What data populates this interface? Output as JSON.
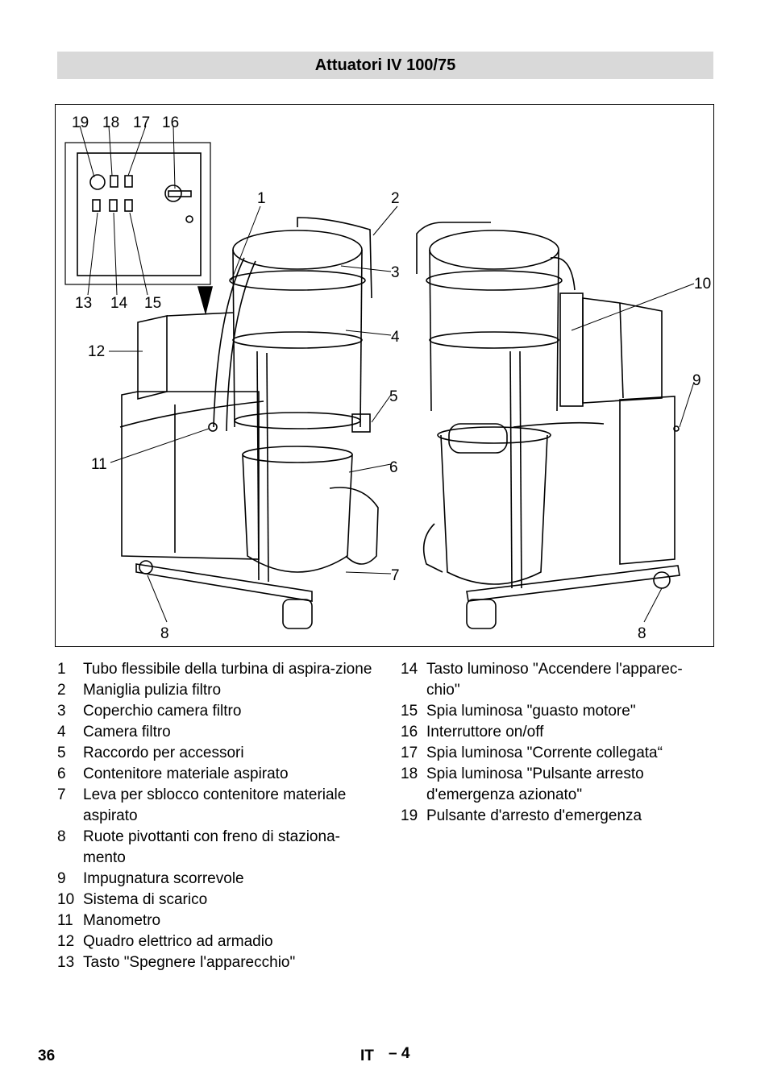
{
  "header": {
    "title": "Attuatori IV  100/75"
  },
  "figure": {
    "callouts": [
      "19",
      "18",
      "17",
      "16",
      "1",
      "2",
      "3",
      "10",
      "13",
      "14",
      "15",
      "4",
      "12",
      "9",
      "5",
      "11",
      "6",
      "7",
      "8",
      "8"
    ]
  },
  "legend": {
    "left": [
      {
        "num": "1",
        "text": "Tubo flessibile della turbina di aspira-zione"
      },
      {
        "num": "2",
        "text": "Maniglia pulizia filtro"
      },
      {
        "num": "3",
        "text": "Coperchio camera filtro"
      },
      {
        "num": "4",
        "text": "Camera filtro"
      },
      {
        "num": "5",
        "text": "Raccordo per accessori"
      },
      {
        "num": "6",
        "text": "Contenitore materiale aspirato"
      },
      {
        "num": "7",
        "text": "Leva per sblocco contenitore materiale aspirato"
      },
      {
        "num": "8",
        "text": "Ruote pivottanti con freno di staziona-mento"
      },
      {
        "num": "9",
        "text": "Impugnatura scorrevole"
      },
      {
        "num": "10",
        "text": "Sistema di scarico"
      },
      {
        "num": "11",
        "text": "Manometro"
      },
      {
        "num": "12",
        "text": "Quadro elettrico ad armadio"
      },
      {
        "num": "13",
        "text": "Tasto \"Spegnere l'apparecchio\""
      }
    ],
    "right": [
      {
        "num": "14",
        "text": "Tasto luminoso \"Accendere l'apparec-chio\""
      },
      {
        "num": "15",
        "text": "Spia luminosa \"guasto motore\""
      },
      {
        "num": "16",
        "text": "Interruttore on/off"
      },
      {
        "num": "17",
        "text": "Spia luminosa \"Corrente collegata“"
      },
      {
        "num": "18",
        "text": "Spia luminosa \"Pulsante arresto d'emergenza azionato\""
      },
      {
        "num": "19",
        "text": "Pulsante d'arresto d'emergenza"
      }
    ]
  },
  "footer": {
    "page": "36",
    "lang": "IT",
    "pagenum": "– 4"
  }
}
